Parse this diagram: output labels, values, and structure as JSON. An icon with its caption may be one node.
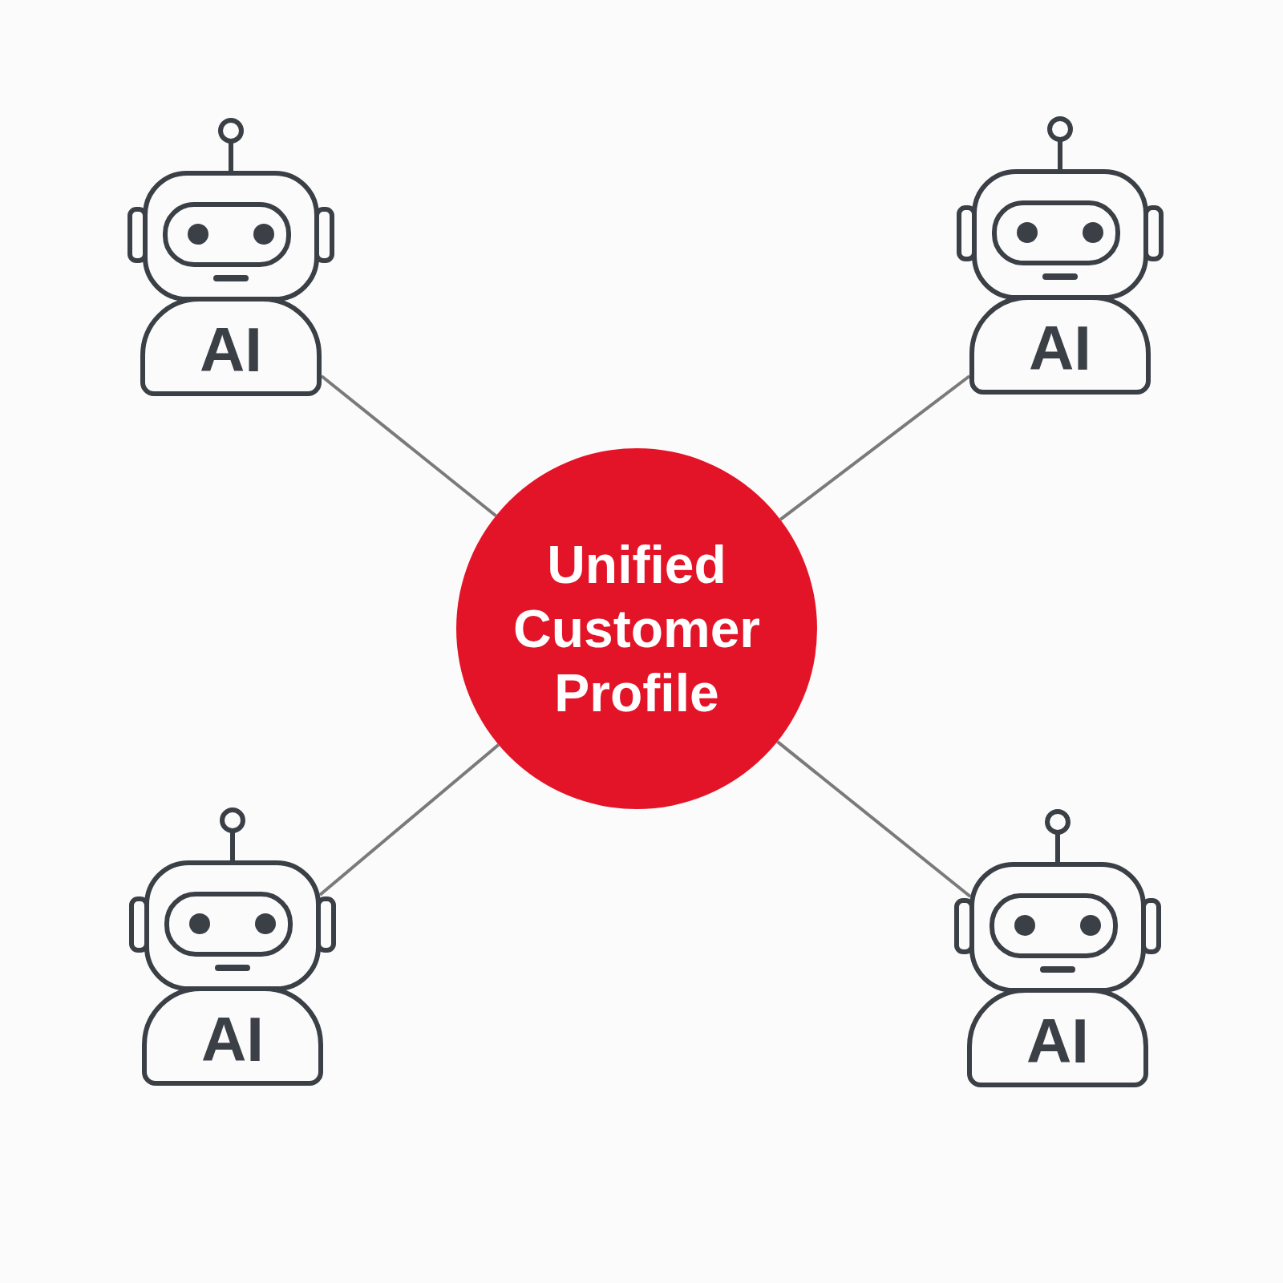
{
  "diagram": {
    "nodes": [
      {
        "text": [
          "AI"
        ]
      },
      {
        "text": [
          "AI"
        ]
      },
      {
        "text": [
          "Unified Customer Profile"
        ]
      },
      {
        "text": [
          "AI"
        ]
      },
      {
        "text": [
          "AI"
        ]
      }
    ],
    "edges": [
      {
        "from": 0,
        "to": 2,
        "arrow": "none"
      },
      {
        "from": 1,
        "to": 2,
        "arrow": "none"
      },
      {
        "from": 3,
        "to": 2,
        "arrow": "none"
      },
      {
        "from": 4,
        "to": 2,
        "arrow": "none"
      }
    ]
  }
}
